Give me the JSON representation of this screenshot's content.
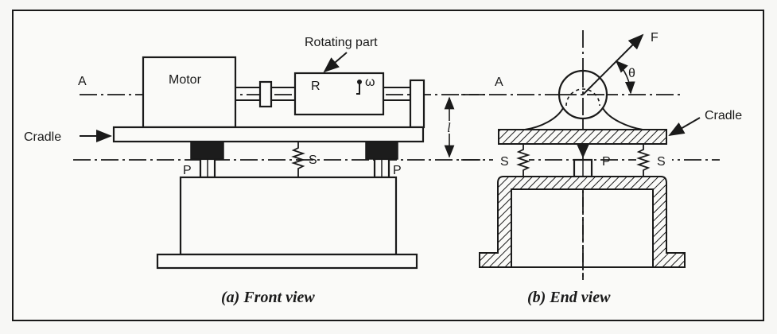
{
  "figure": {
    "front_view": {
      "caption": "(a) Front view",
      "labels": {
        "axis": "A",
        "motor": "Motor",
        "rotating_part": "Rotating part",
        "rotor": "R",
        "omega": "ω",
        "cradle": "Cradle",
        "spring": "S",
        "pivot_left": "P",
        "pivot_right": "P",
        "length": "l"
      }
    },
    "end_view": {
      "caption": "(b) End view",
      "labels": {
        "axis": "A",
        "force": "F",
        "angle": "θ",
        "cradle": "Cradle",
        "spring_left": "S",
        "spring_right": "S",
        "pivot": "P"
      }
    }
  }
}
